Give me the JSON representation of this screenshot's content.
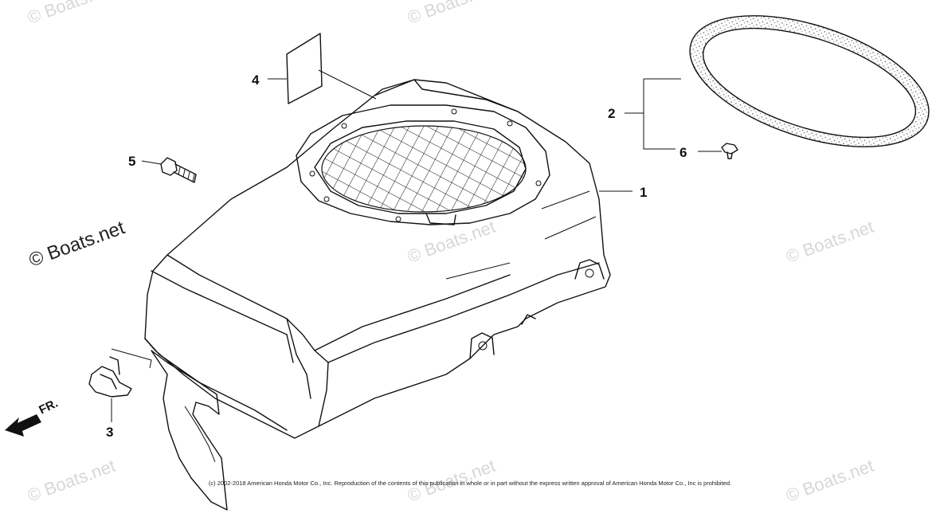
{
  "callouts": [
    "1",
    "2",
    "3",
    "4",
    "5",
    "6"
  ],
  "direction_label": "FR.",
  "watermark": "© Boats.net",
  "copyright": "(c) 2002-2018 American Honda Motor Co., Inc. Reproduction of the contents of this publication in whole or in part without the express written approval of American Honda Motor Co., Inc is prohibited."
}
